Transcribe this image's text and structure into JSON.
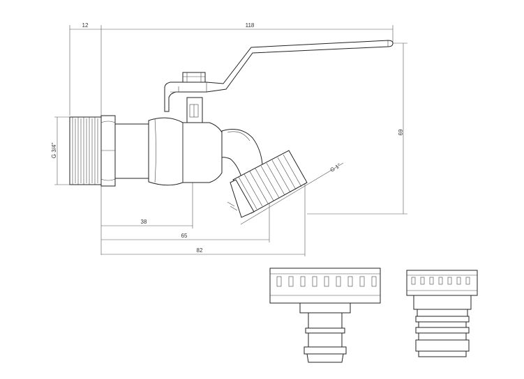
{
  "dimensions": {
    "d_12": "12",
    "d_118": "118",
    "d_69": "69",
    "d_38": "38",
    "d_65": "65",
    "d_82": "82"
  },
  "threads": {
    "inlet": "G 3/4\"",
    "outlet": "G 1\""
  },
  "colors": {
    "line": "#2a2a2a",
    "background": "#ffffff"
  }
}
